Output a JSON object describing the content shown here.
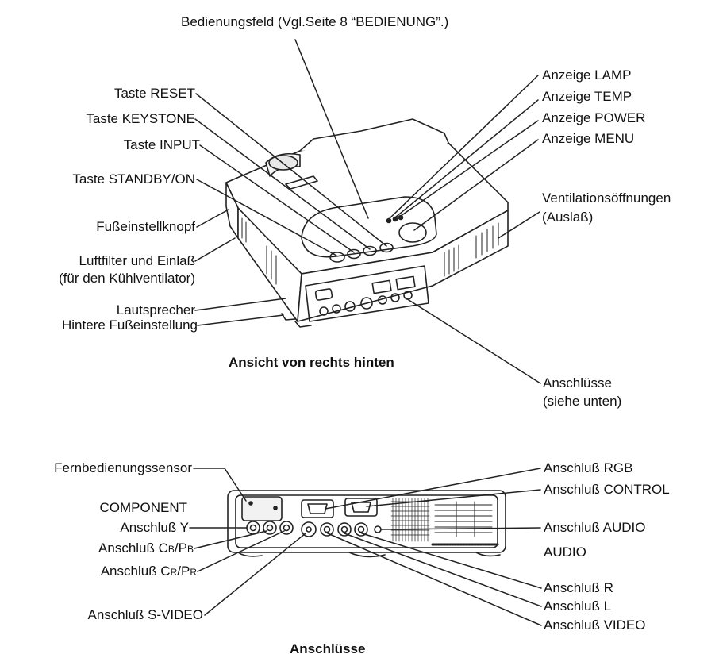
{
  "top_view": {
    "caption": "Ansicht von rechts hinten",
    "labels": {
      "bedienungsfeld": "Bedienungsfeld (Vgl.Seite 8 “BEDIENUNG”.)",
      "taste_reset": "Taste RESET",
      "taste_keystone": "Taste KEYSTONE",
      "taste_input": "Taste INPUT",
      "taste_standby": "Taste STANDBY/ON",
      "fusseinstellknopf": "Fußeinstellknopf",
      "luftfilter_1": "Luftfilter und Einlaß",
      "luftfilter_2": "(für den Kühlventilator)",
      "lautsprecher": "Lautsprecher",
      "hintere_fuss": "Hintere Fußeinstellung",
      "anzeige_lamp": "Anzeige LAMP",
      "anzeige_temp": "Anzeige TEMP",
      "anzeige_power": "Anzeige POWER",
      "anzeige_menu": "Anzeige MENU",
      "ventilation_1": "Ventilationsöffnungen",
      "ventilation_2": "(Auslaß)",
      "anschluesse_1": "Anschlüsse",
      "anschluesse_2": "(siehe unten)"
    }
  },
  "bottom_view": {
    "caption": "Anschlüsse",
    "labels": {
      "fernbedienung": "Fernbedienungssensor",
      "component": "COMPONENT",
      "anschluss_y": "Anschluß Y",
      "cb_prefix": "Anschluß C",
      "cb_sub1": "B",
      "cb_mid": "/P",
      "cb_sub2": "B",
      "cr_prefix": "Anschluß C",
      "cr_sub1": "R",
      "cr_mid": "/P",
      "cr_sub2": "R",
      "svideo": "Anschluß S-VIDEO",
      "rgb": "Anschluß RGB",
      "control": "Anschluß CONTROL",
      "audio_in": "Anschluß AUDIO",
      "audio_head": "AUDIO",
      "anschluss_r": "Anschluß R",
      "anschluss_l": "Anschluß L",
      "video": "Anschluß VIDEO"
    }
  }
}
